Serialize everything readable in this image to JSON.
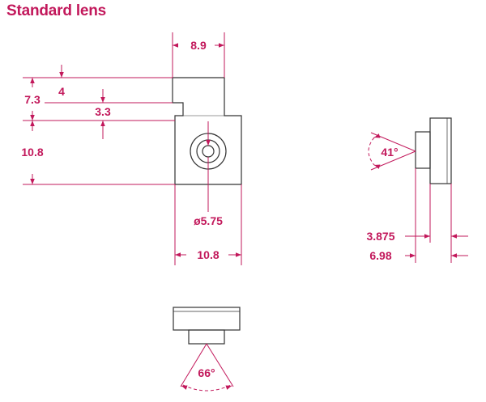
{
  "title": "Standard lens",
  "colors": {
    "accent": "#c2185b",
    "outline": "#333333"
  },
  "dimensions": {
    "top_width": "8.9",
    "upper_height": "4",
    "total_upper": "7.3",
    "notch": "3.3",
    "body_height": "10.8",
    "aperture": "ø5.75",
    "body_width": "10.8",
    "fov_side": "41°",
    "depth_lens": "3.875",
    "depth_total": "6.98",
    "fov_bottom": "66°"
  }
}
